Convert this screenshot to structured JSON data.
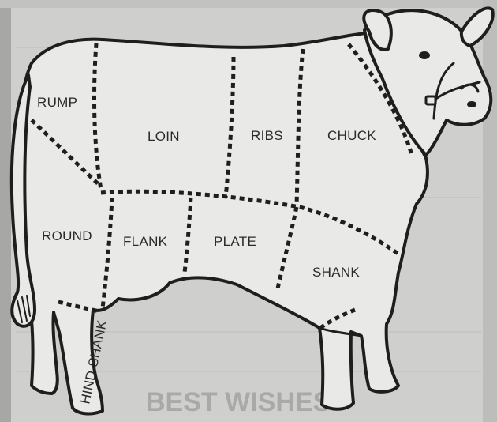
{
  "diagram": {
    "cuts": {
      "rump": "RUMP",
      "loin": "LOIN",
      "ribs": "RIBS",
      "chuck": "CHUCK",
      "round": "ROUND",
      "flank": "FLANK",
      "plate": "PLATE",
      "shank": "SHANK",
      "hind_shank": "HIND SHANK"
    },
    "colors": {
      "paper": "#cfcfcd",
      "body": "#e9e9e7",
      "ink": "#1e1e1e",
      "bleed_through": "#a9a9a7"
    },
    "bleed_through_text": {
      "line1": "BEST WISHES"
    }
  }
}
